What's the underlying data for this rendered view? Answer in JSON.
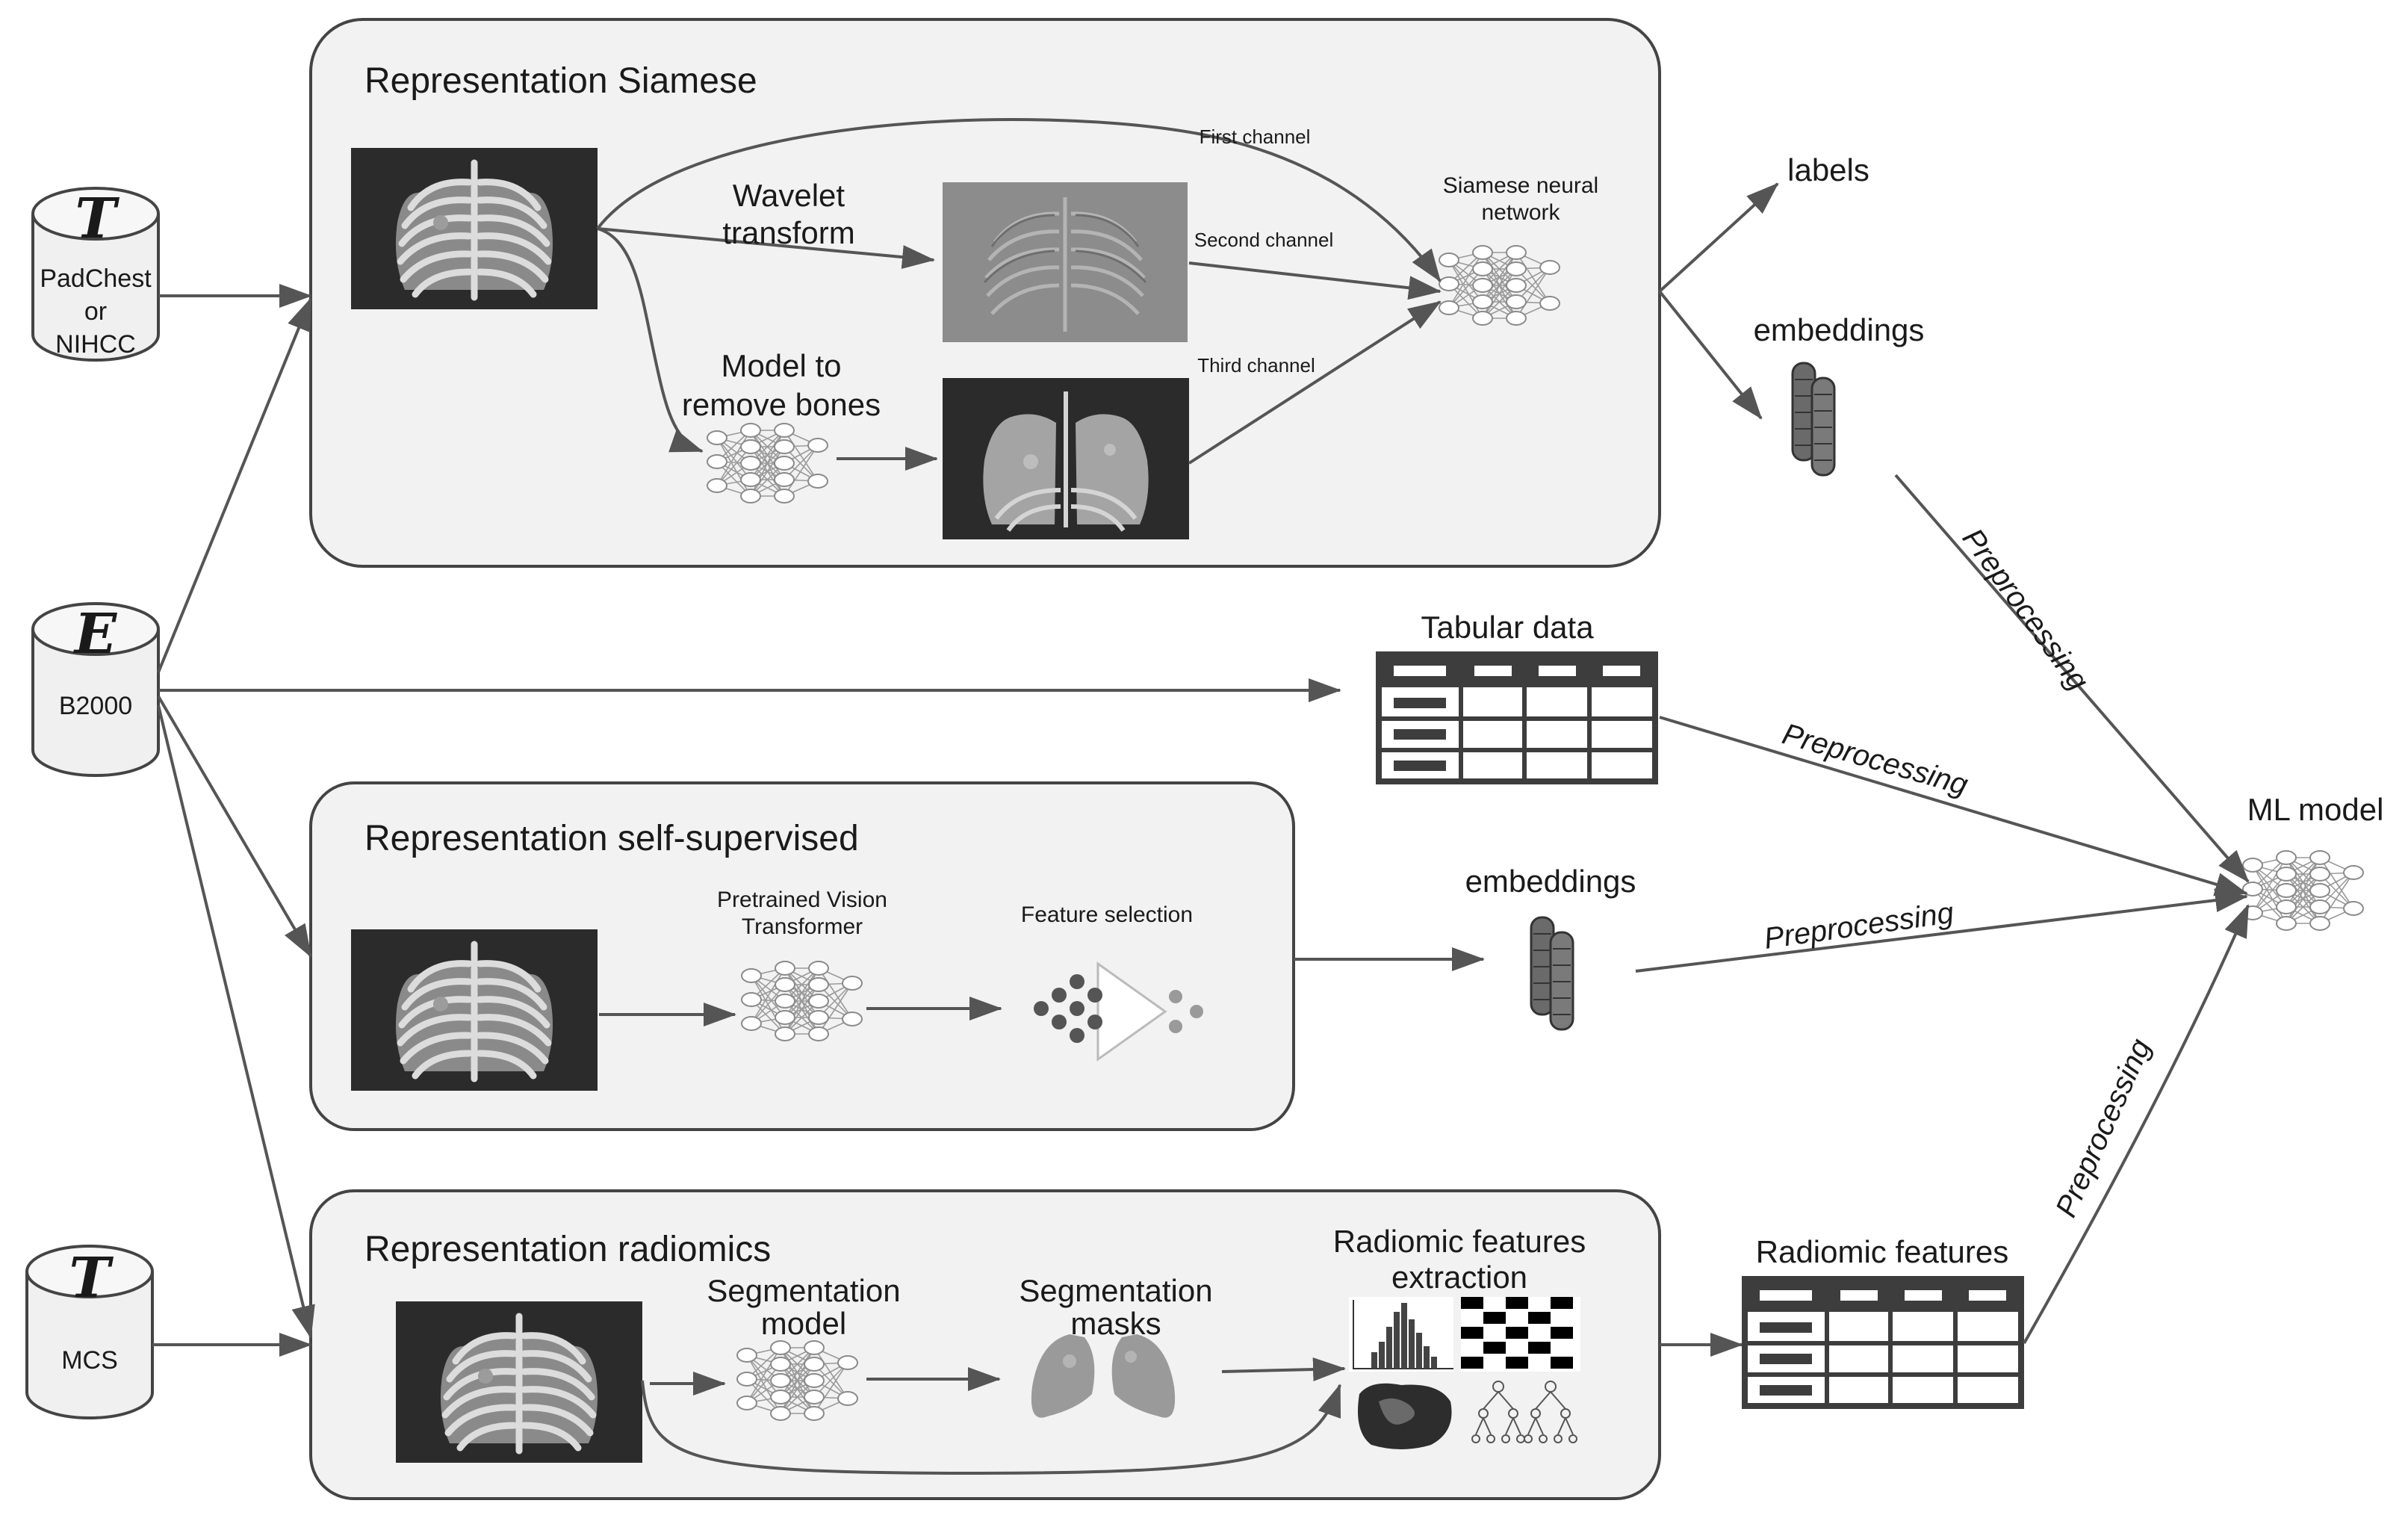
{
  "datasets": {
    "train": {
      "letter": "T",
      "lines": [
        "PadChest",
        "or",
        "NIHCC"
      ]
    },
    "eval": {
      "letter": "E",
      "lines": [
        "B2000"
      ]
    },
    "test": {
      "letter": "T",
      "lines": [
        "MCS"
      ]
    }
  },
  "panels": {
    "siamese": {
      "title": "Representation Siamese",
      "wavelet": [
        "Wavelet",
        "transform"
      ],
      "bones": [
        "Model to",
        "remove bones"
      ],
      "first_channel": "First channel",
      "second_channel": "Second channel",
      "third_channel": "Third channel",
      "network": [
        "Siamese neural",
        "network"
      ]
    },
    "self_supervised": {
      "title": "Representation self-supervised",
      "vit": [
        "Pretrained Vision",
        "Transformer"
      ],
      "feature_selection": "Feature selection"
    },
    "radiomics": {
      "title": "Representation radiomics",
      "seg_model": [
        "Segmentation",
        "model"
      ],
      "seg_masks": [
        "Segmentation",
        "masks"
      ],
      "extraction": [
        "Radiomic features",
        "extraction"
      ]
    }
  },
  "outputs": {
    "labels": "labels",
    "embeddings_siamese": "embeddings",
    "embeddings_ssl": "embeddings",
    "tabular": "Tabular data",
    "radiomic_features": "Radiomic features",
    "preprocessing": "Preprocessing",
    "ml_model": "ML model"
  },
  "colors": {
    "line": "#555555",
    "panel_fill": "#f2f2f2",
    "panel_stroke": "#444444",
    "xray_bg": "#2b2b2b",
    "table_dark": "#3d3d3d"
  }
}
